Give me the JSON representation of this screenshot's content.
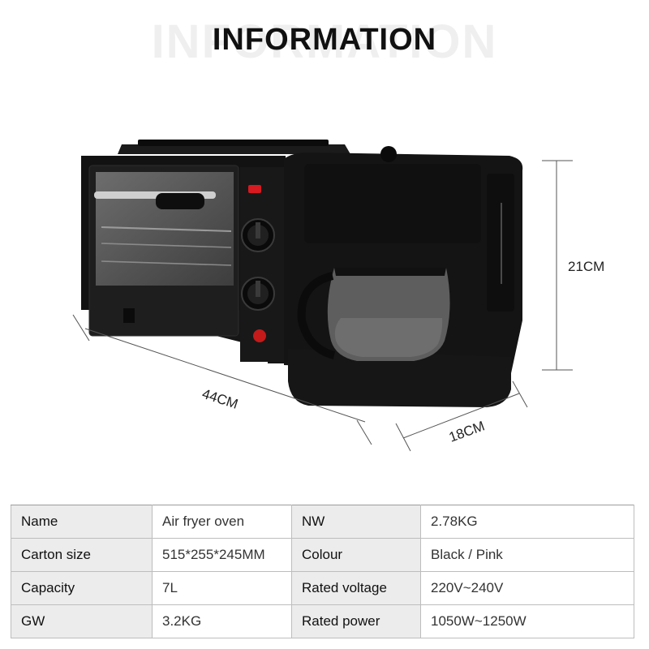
{
  "header": {
    "title": "INFORMATION",
    "ghost_title": "INFORMATION"
  },
  "dimensions": {
    "length": "44CM",
    "depth": "18CM",
    "height": "21CM"
  },
  "specs": [
    {
      "label": "Name",
      "value": "Air fryer oven",
      "label2": "NW",
      "value2": "2.78KG"
    },
    {
      "label": "Carton size",
      "value": "515*255*245MM",
      "label2": "Colour",
      "value2": "Black / Pink"
    },
    {
      "label": "Capacity",
      "value": "7L",
      "label2": "Rated voltage",
      "value2": "220V~240V"
    },
    {
      "label": "GW",
      "value": "3.2KG",
      "label2": "Rated power",
      "value2": "1050W~1250W"
    }
  ],
  "colors": {
    "appliance": "#111111",
    "window": "#3a3a3a",
    "accent_red": "#d71920"
  }
}
